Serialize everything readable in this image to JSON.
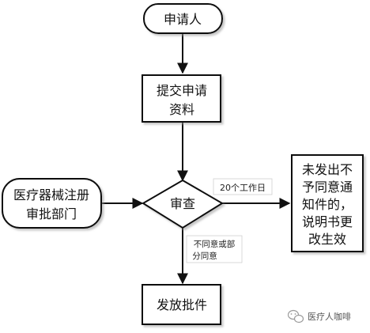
{
  "nodes": {
    "applicant": {
      "label": "申请人"
    },
    "submit": {
      "line1": "提交申请",
      "line2": "资料"
    },
    "department": {
      "line1": "医疗器械注册",
      "line2": "审批部门"
    },
    "review": {
      "label": "审查"
    },
    "issue": {
      "label": "发放批件"
    },
    "notice": {
      "line1": "未发出不",
      "line2": "予同意通",
      "line3": "知件的，",
      "line4": "说明书更",
      "line5": "改生效"
    }
  },
  "edges": {
    "review_to_notice": {
      "label": "20个工作日"
    },
    "review_to_issue": {
      "line1": "不同意或部",
      "line2": "分同意"
    }
  },
  "watermark": {
    "text": "医疗人咖啡",
    "icon": "wechat-icon"
  }
}
